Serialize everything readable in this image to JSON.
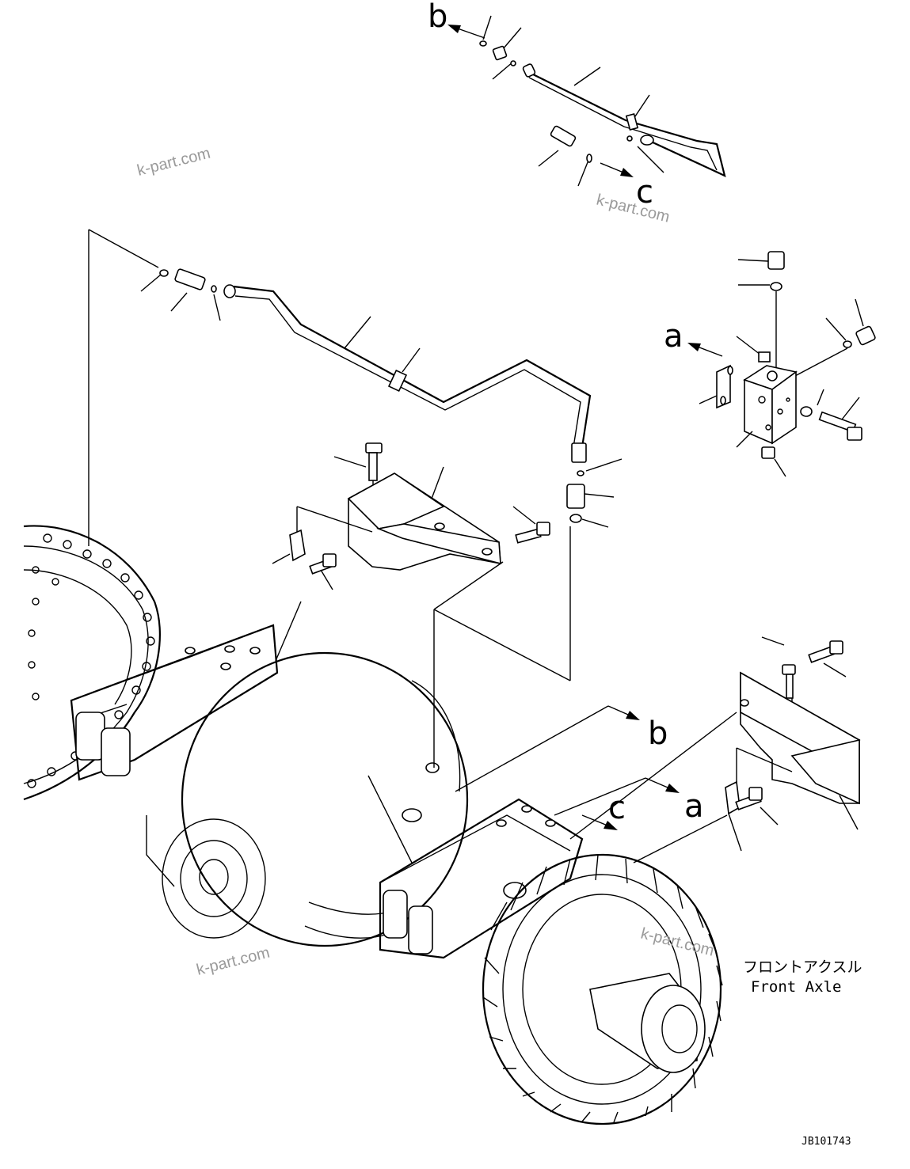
{
  "diagram": {
    "callouts": {
      "a_upper": "a",
      "a_lower": "a",
      "b_upper": "b",
      "b_lower": "b",
      "c_upper": "c",
      "c_lower": "c"
    },
    "watermarks": [
      "k-part.com",
      "k-part.com",
      "k-part.com",
      "k-part.com"
    ],
    "caption": {
      "japanese": "フロントアクスル",
      "english": "Front Axle"
    },
    "drawing_number": "JB101743"
  }
}
